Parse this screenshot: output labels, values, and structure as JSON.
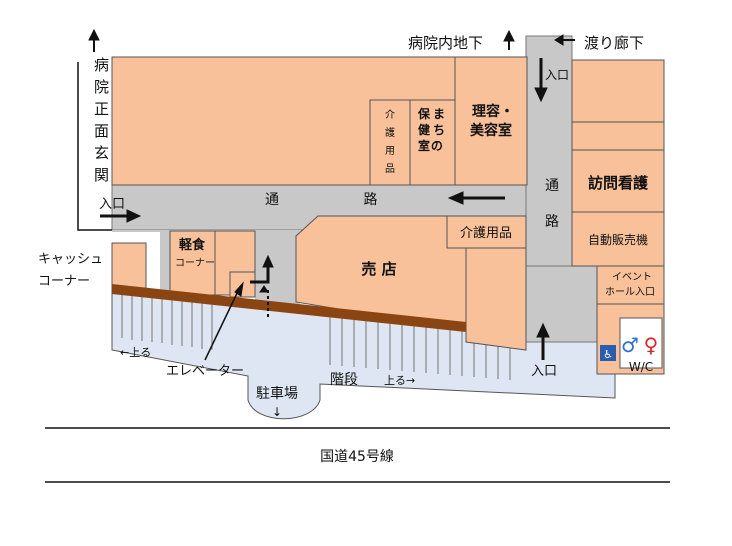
{
  "labels": {
    "hospital_main_entrance": "病院正面玄関",
    "hospital_basement": "病院内地下",
    "corridor_link": "渡り廊下",
    "entrance": "入口",
    "corridor": "通 路",
    "corridor_vertical": "通路",
    "barber": "理容・美容室",
    "nursing_supplies_small": "介護用品",
    "health_room": "まちの保健室",
    "nursing_supplies": "介護用品",
    "visiting_nurse": "訪問看護",
    "vending": "自動販売機",
    "event_hall_entrance": "イベントホール入口",
    "light_meal": "軽食",
    "light_meal_corner": "コーナー",
    "shop": "売 店",
    "cashier_corner": "キャッシュコーナー",
    "elevator": "エレベーター",
    "parking": "駐車場",
    "stairs": "階段",
    "up_left": "←上る",
    "up_right": "上る→",
    "wc": "W/C",
    "route": "国道45号線"
  },
  "colors": {
    "room": "#f8c19a",
    "corridor": "#c8c8c8",
    "outdoor": "#dde6f2",
    "wall": "#8b4513"
  }
}
